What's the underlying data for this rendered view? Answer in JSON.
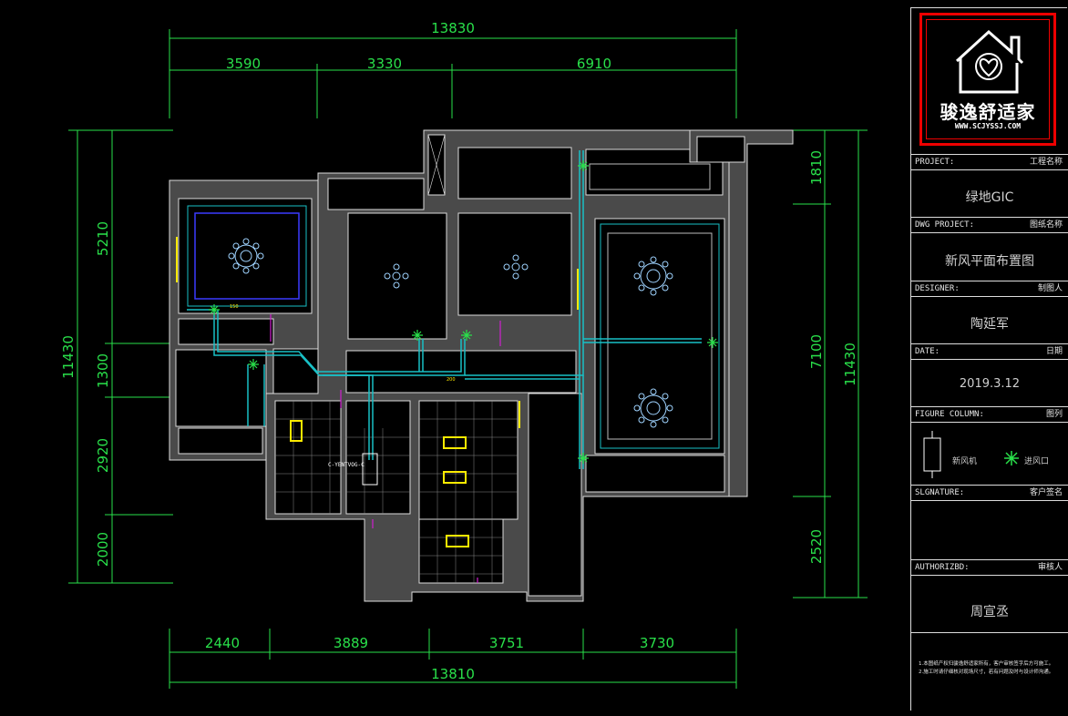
{
  "dimensions": {
    "top_total": "13830",
    "top_segments": [
      "3590",
      "3330",
      "6910"
    ],
    "bottom_total": "13810",
    "bottom_segments": [
      "2440",
      "3889",
      "3751",
      "3730"
    ],
    "left_total": "11430",
    "left_segments": [
      "5210",
      "1300",
      "2920",
      "2000"
    ],
    "right_total": "11430",
    "right_segments": [
      "1810",
      "7100",
      "2520"
    ]
  },
  "title_block": {
    "logo_text": "骏逸舒适家",
    "logo_url": "WWW.SCJYSSJ.COM",
    "project_label_en": "PROJECT:",
    "project_label_cn": "工程名称",
    "project_value": "绿地GIC",
    "dwg_label_en": "DWG PROJECT:",
    "dwg_label_cn": "图纸名称",
    "dwg_value": "新风平面布置图",
    "designer_label_en": "DESIGNER:",
    "designer_label_cn": "制图人",
    "designer_value": "陶延军",
    "date_label_en": "DATE:",
    "date_label_cn": "日期",
    "date_value": "2019.3.12",
    "figure_label_en": "FIGURE COLUMN:",
    "figure_label_cn": "图列",
    "legend_unit": "新风机",
    "legend_inlet": "进风口",
    "signature_label_en": "SLGNATURE:",
    "signature_label_cn": "客户签名",
    "authorized_label_en": "AUTHORIZBD:",
    "authorized_label_cn": "审核人",
    "authorized_value": "周宣丞",
    "note_line1": "1.本图纸产权归骏逸舒适家所有，客户审核签字后方可施工。",
    "note_line2": "2.施工时请仔细核对现场尺寸，若有问题及时与设计师沟通。"
  },
  "plan_labels": {
    "unit_label": "C-YENTVOG-C",
    "air_inlet_size": "150",
    "duct_size": "200"
  },
  "colors": {
    "dimension": "#29e04a",
    "duct": "#19c0c6",
    "cabinet": "#ffeb00",
    "wall": "#4a4a4a",
    "logo": "#ee0000"
  }
}
